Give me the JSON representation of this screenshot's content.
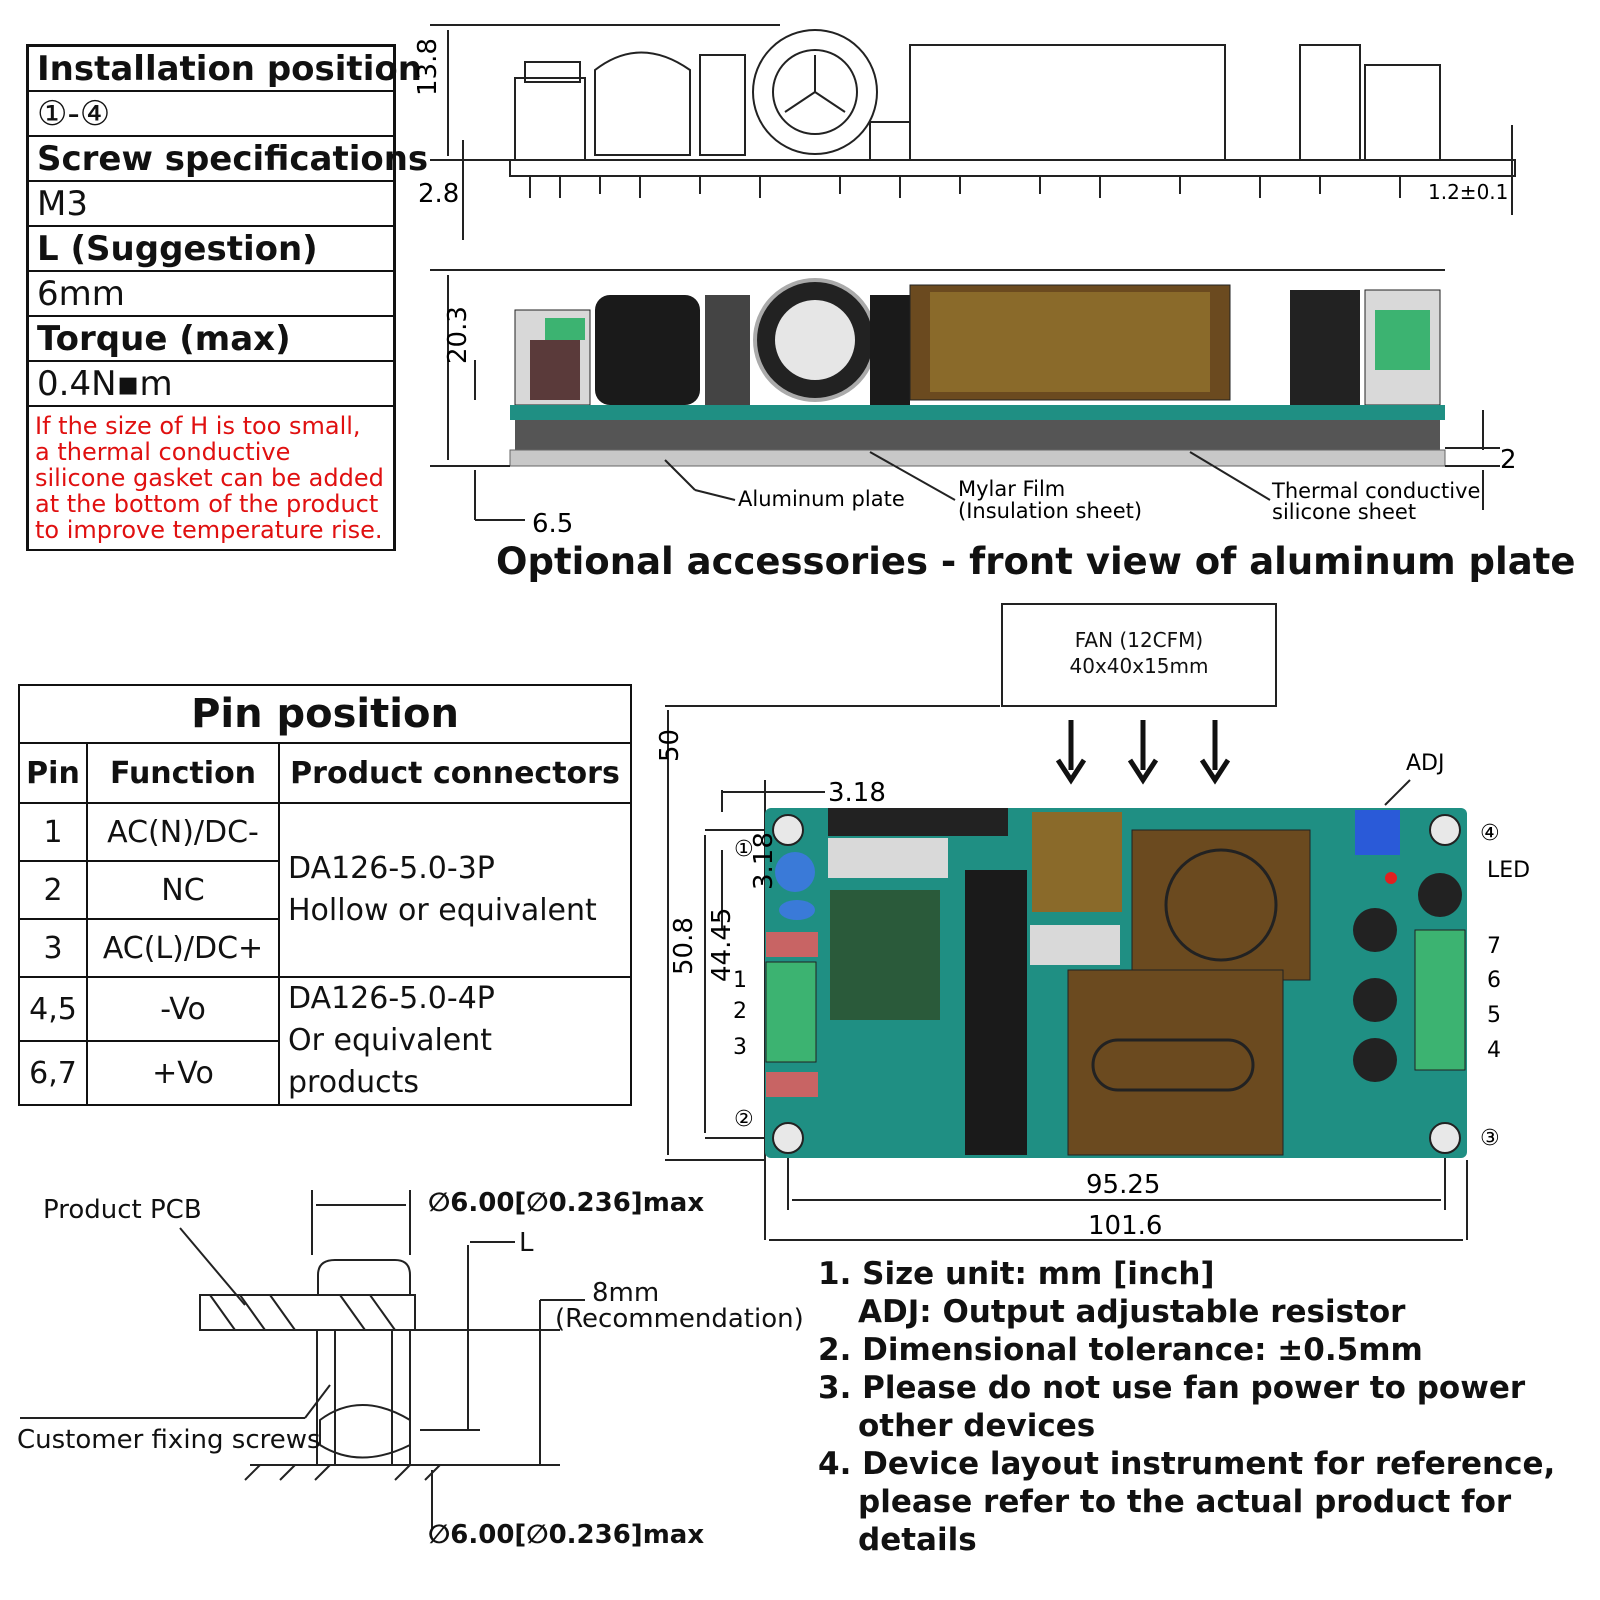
{
  "install_table": {
    "installation_position_label": "Installation position",
    "installation_position_value": "①-④",
    "screw_spec_label": "Screw specifications",
    "screw_spec_value": "M3",
    "length_label": "L (Suggestion)",
    "length_value": "6mm",
    "torque_label": "Torque (max)",
    "torque_value": "0.4N▪m",
    "note_lines": [
      "If the size of H is too small,",
      "a thermal conductive",
      "silicone gasket can be added",
      "at the bottom of the product",
      "to improve temperature rise."
    ]
  },
  "side_view_top": {
    "height_label": "13.8",
    "bottom_label": "2.8",
    "pcb_thickness_label": "1.2±0.1"
  },
  "side_view_bottom": {
    "height_label": "20.3",
    "plate_label": "2",
    "offset_label": "6.5",
    "callouts": [
      "Aluminum plate",
      "Mylar Film",
      "(Insulation sheet)",
      "Thermal conductive",
      "silicone sheet"
    ]
  },
  "accessories_title": "Optional accessories - front view of aluminum plate",
  "fan_box": {
    "line1": "FAN (12CFM)",
    "line2": "40x40x15mm"
  },
  "pin_table": {
    "title": "Pin position",
    "headers": [
      "Pin",
      "Function",
      "Product connectors"
    ],
    "rows": [
      {
        "pin": "1",
        "function": "AC(N)/DC-"
      },
      {
        "pin": "2",
        "function": "NC"
      },
      {
        "pin": "3",
        "function": "AC(L)/DC+"
      },
      {
        "pin": "4,5",
        "function": "-Vo"
      },
      {
        "pin": "6,7",
        "function": "+Vo"
      }
    ],
    "connector_1": [
      "DA126-5.0-3P",
      "Hollow or equivalent"
    ],
    "connector_2": [
      "DA126-5.0-4P",
      "Or equivalent products"
    ]
  },
  "board_dims": {
    "fan_gap": "50",
    "hole_offset_x": "3.18",
    "hole_offset_y": "3.18",
    "height_outer": "50.8",
    "height_inner": "44.45",
    "width_inner": "95.25",
    "width_outer": "101.6",
    "adj_label": "ADJ",
    "led_label": "LED",
    "hole_labels": [
      "①",
      "②",
      "③",
      "④"
    ],
    "input_pins": [
      "1",
      "2",
      "3"
    ],
    "output_pins": [
      "7",
      "6",
      "5",
      "4"
    ]
  },
  "screw_detail": {
    "product_pcb": "Product PCB",
    "customer_screws": "Customer fixing screws",
    "dia_top": "∅6.00[∅0.236]max",
    "dia_bottom": "∅6.00[∅0.236]max",
    "l_label": "L",
    "rec_value": "8mm",
    "rec_label": "(Recommendation)"
  },
  "notes": [
    "1. Size unit: mm [inch]",
    "ADJ: Output adjustable resistor",
    "2. Dimensional tolerance: ±0.5mm",
    "3. Please do not use fan power to power",
    "other devices",
    "4. Device layout instrument for reference,",
    "please refer to the actual product for",
    "details"
  ]
}
